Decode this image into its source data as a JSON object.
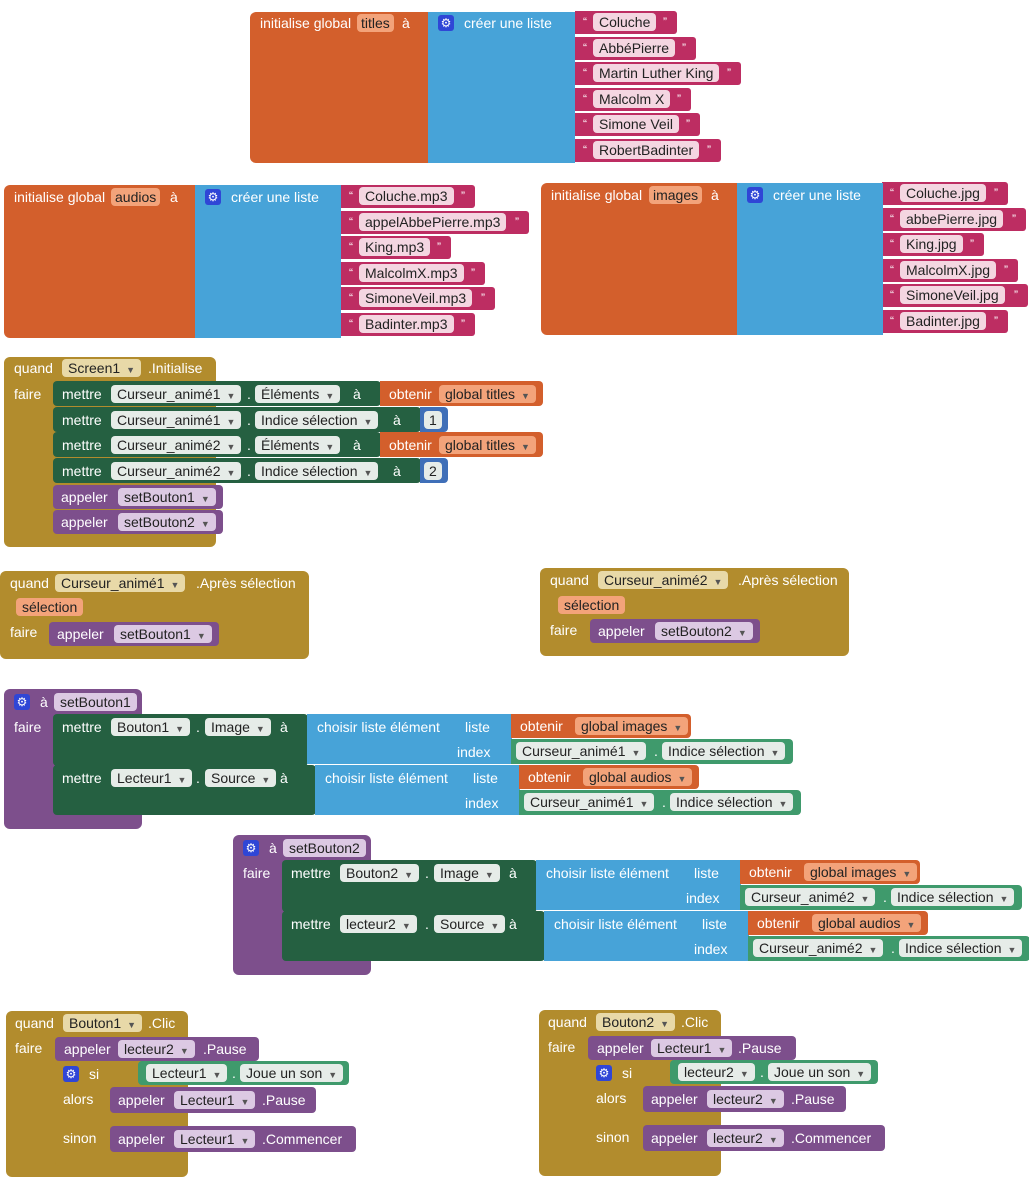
{
  "vars": {
    "titles": {
      "init": "initialise global",
      "name": "titles",
      "a": "à",
      "list": "créer une liste",
      "items": [
        "Coluche",
        "AbbéPierre",
        "Martin Luther King",
        "Malcolm X",
        "Simone Veil",
        "RobertBadinter"
      ]
    },
    "audios": {
      "init": "initialise global",
      "name": "audios",
      "a": "à",
      "list": "créer une liste",
      "items": [
        "Coluche.mp3",
        "appelAbbePierre.mp3",
        "King.mp3",
        "MalcolmX.mp3",
        "SimoneVeil.mp3",
        "Badinter.mp3"
      ]
    },
    "images": {
      "init": "initialise global",
      "name": "images",
      "a": "à",
      "list": "créer une liste",
      "items": [
        "Coluche.jpg",
        "abbePierre.jpg",
        "King.jpg",
        "MalcolmX.jpg",
        "SimoneVeil.jpg",
        "Badinter.jpg"
      ]
    }
  },
  "quote_open": "“",
  "quote_close": "”",
  "screen1": {
    "quand": "quand",
    "component": "Screen1",
    "event": ".Initialise",
    "faire": "faire",
    "rows": [
      {
        "verb": "mettre",
        "comp": "Curseur_animé1",
        "prop": "Éléments",
        "a": "à",
        "obtain": "obtenir",
        "var": "global titles"
      },
      {
        "verb": "mettre",
        "comp": "Curseur_animé1",
        "prop": "Indice sélection",
        "a": "à",
        "num": "1"
      },
      {
        "verb": "mettre",
        "comp": "Curseur_animé2",
        "prop": "Éléments",
        "a": "à",
        "obtain": "obtenir",
        "var": "global titles"
      },
      {
        "verb": "mettre",
        "comp": "Curseur_animé2",
        "prop": "Indice sélection",
        "a": "à",
        "num": "2"
      }
    ],
    "calls": [
      {
        "verb": "appeler",
        "proc": "setBouton1"
      },
      {
        "verb": "appeler",
        "proc": "setBouton2"
      }
    ]
  },
  "after1": {
    "quand": "quand",
    "comp": "Curseur_animé1",
    "event": ".Après sélection",
    "param": "sélection",
    "faire": "faire",
    "verb": "appeler",
    "proc": "setBouton1"
  },
  "after2": {
    "quand": "quand",
    "comp": "Curseur_animé2",
    "event": ".Après sélection",
    "param": "sélection",
    "faire": "faire",
    "verb": "appeler",
    "proc": "setBouton2"
  },
  "proc1": {
    "a": "à",
    "name": "setBouton1",
    "faire": "faire",
    "rows": [
      {
        "verb": "mettre",
        "comp": "Bouton1",
        "prop": "Image",
        "a": "à",
        "choose": "choisir liste élément",
        "liste": "liste",
        "index": "index",
        "obtain": "obtenir",
        "var": "global images",
        "icomp": "Curseur_animé1",
        "iprop": "Indice sélection"
      },
      {
        "verb": "mettre",
        "comp": "Lecteur1",
        "prop": "Source",
        "a": "à",
        "choose": "choisir liste élément",
        "liste": "liste",
        "index": "index",
        "obtain": "obtenir",
        "var": "global audios",
        "icomp": "Curseur_animé1",
        "iprop": "Indice sélection"
      }
    ]
  },
  "proc2": {
    "a": "à",
    "name": "setBouton2",
    "faire": "faire",
    "rows": [
      {
        "verb": "mettre",
        "comp": "Bouton2",
        "prop": "Image",
        "a": "à",
        "choose": "choisir liste élément",
        "liste": "liste",
        "index": "index",
        "obtain": "obtenir",
        "var": "global images",
        "icomp": "Curseur_animé2",
        "iprop": "Indice sélection"
      },
      {
        "verb": "mettre",
        "comp": "lecteur2",
        "prop": "Source",
        "a": "à",
        "choose": "choisir liste élément",
        "liste": "liste",
        "index": "index",
        "obtain": "obtenir",
        "var": "global audios",
        "icomp": "Curseur_animé2",
        "iprop": "Indice sélection"
      }
    ]
  },
  "clic1": {
    "quand": "quand",
    "comp": "Bouton1",
    "event": ".Clic",
    "faire": "faire",
    "call1": {
      "verb": "appeler",
      "comp": "lecteur2",
      "method": ".Pause"
    },
    "si": "si",
    "cond_comp": "Lecteur1",
    "cond_prop": "Joue un son",
    "alors": "alors",
    "then": {
      "verb": "appeler",
      "comp": "Lecteur1",
      "method": ".Pause"
    },
    "sinon": "sinon",
    "else": {
      "verb": "appeler",
      "comp": "Lecteur1",
      "method": ".Commencer"
    }
  },
  "clic2": {
    "quand": "quand",
    "comp": "Bouton2",
    "event": ".Clic",
    "faire": "faire",
    "call1": {
      "verb": "appeler",
      "comp": "Lecteur1",
      "method": ".Pause"
    },
    "si": "si",
    "cond_comp": "lecteur2",
    "cond_prop": "Joue un son",
    "alors": "alors",
    "then": {
      "verb": "appeler",
      "comp": "lecteur2",
      "method": ".Pause"
    },
    "sinon": "sinon",
    "else": {
      "verb": "appeler",
      "comp": "lecteur2",
      "method": ".Commencer"
    }
  },
  "colors": {
    "variables": "#d35f2c",
    "lists": "#47a3d8",
    "text": "#bd2d62",
    "events": "#b28c2d",
    "setters": "#256041",
    "procedures": "#7d4f8c",
    "getters": "#3f9a6c",
    "math": "#3f6fb8"
  },
  "icons": {
    "mutator": "gear-icon",
    "dropdown": "chevron-down-icon"
  }
}
